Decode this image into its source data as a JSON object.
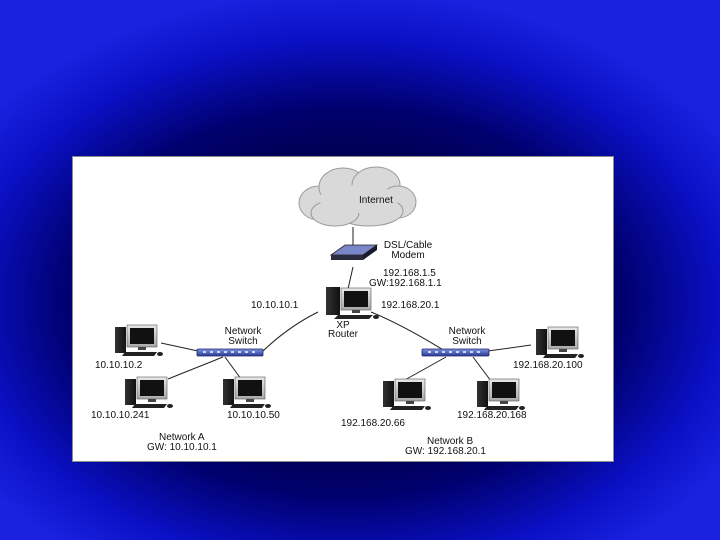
{
  "diagram": {
    "internet": "Internet",
    "modem_line1": "DSL/Cable",
    "modem_line2": "Modem",
    "modem_ip": "192.168.1.5",
    "modem_gw": "GW:192.168.1.1",
    "router_left_ip": "10.10.10.1",
    "router_right_ip": "192.168.20.1",
    "router_line1": "XP",
    "router_line2": "Router",
    "switch_a_line1": "Network",
    "switch_a_line2": "Switch",
    "switch_b_line1": "Network",
    "switch_b_line2": "Switch",
    "pc_a1": "10.10.10.2",
    "pc_a2": "10.10.10.241",
    "pc_a3": "10.10.10.50",
    "pc_b1": "192.168.20.100",
    "pc_b2": "192.168.20.66",
    "pc_b3": "192.168.20.168",
    "network_a_name": "Network A",
    "network_a_gw": "GW: 10.10.10.1",
    "network_b_name": "Network B",
    "network_b_gw": "GW: 192.168.20.1"
  },
  "colors": {
    "background_edge": "#1a22e0",
    "background_center": "#000018",
    "switch": "#3a4fb0"
  }
}
